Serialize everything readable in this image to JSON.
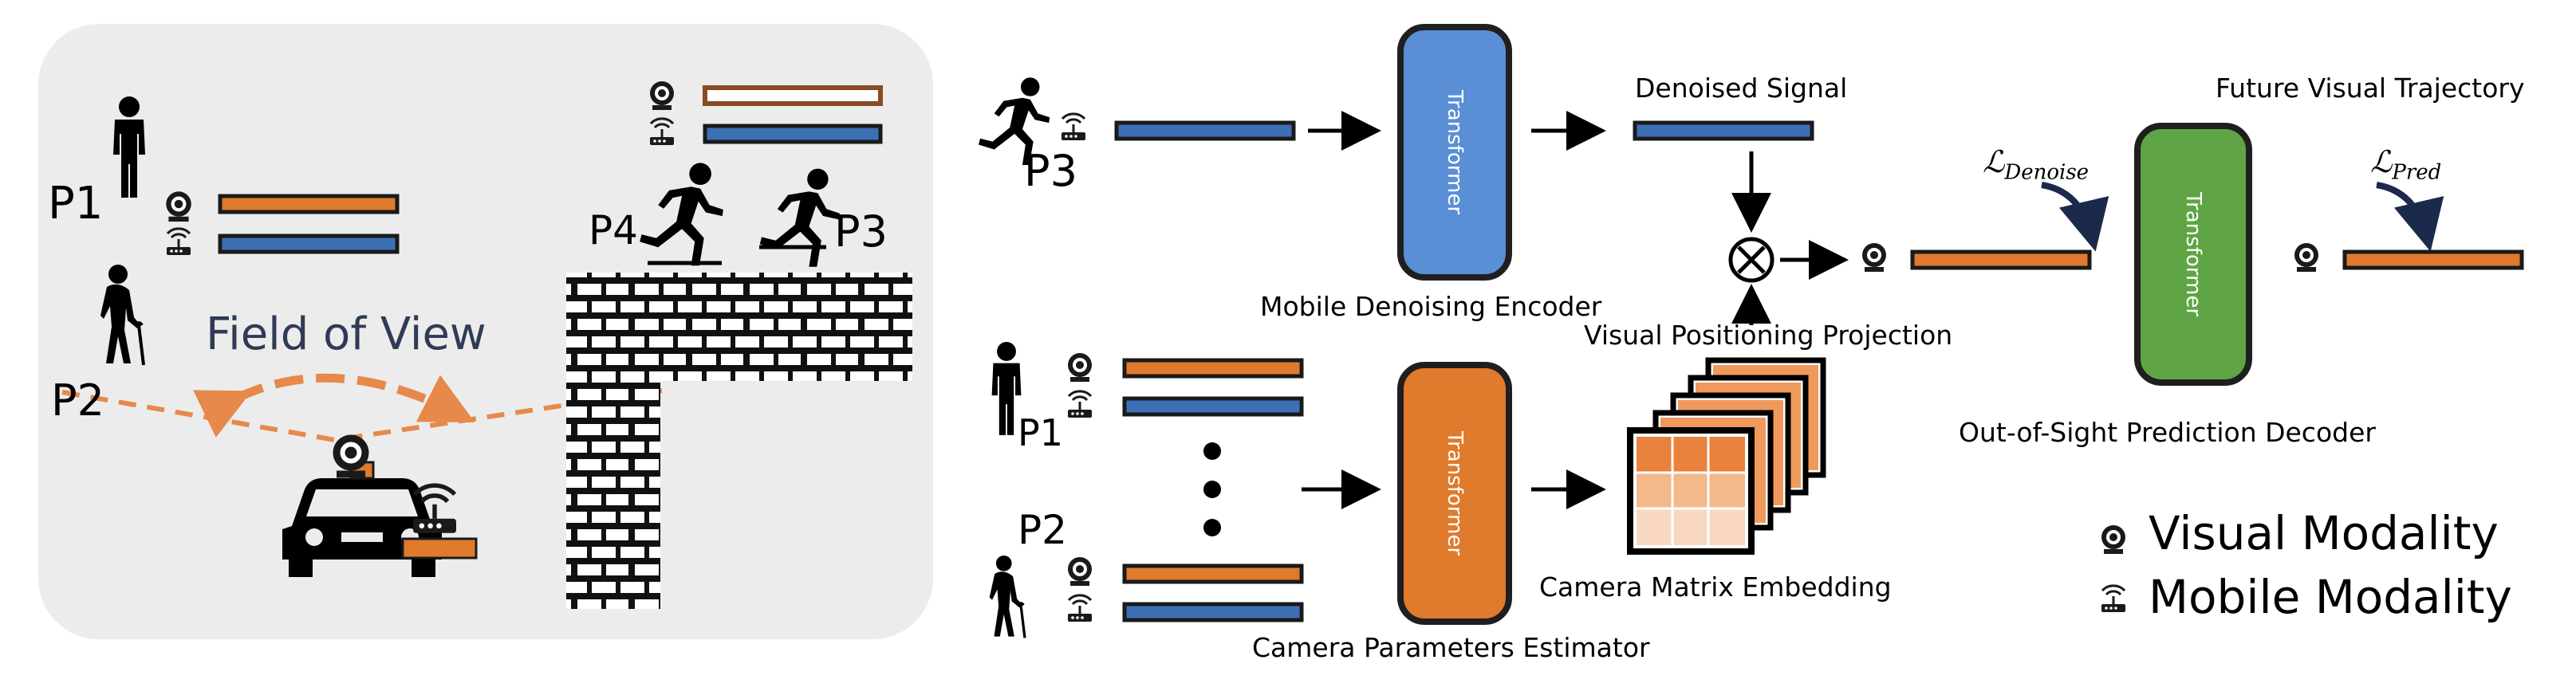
{
  "colors": {
    "visual_bar": "#e07a2c",
    "mobile_bar": "#3d6fb4",
    "panel_bg": "#ececec",
    "encoder_blue": "#5a8fd6",
    "estimator_orange": "#e07a2c",
    "decoder_green": "#5fa545",
    "dashed_orange": "#e6894a",
    "fov_text": "#2f3b56"
  },
  "scene": {
    "p1": "P1",
    "p2": "P2",
    "p3": "P3",
    "p4": "P4",
    "field_of_view": "Field of View"
  },
  "pipeline": {
    "p3_label": "P3",
    "p1_label": "P1",
    "p2_label": "P2",
    "encoder_block": "Transformer",
    "estimator_block": "Transformer",
    "decoder_block": "Transformer",
    "mobile_denoising_encoder": "Mobile Denoising Encoder",
    "denoised_signal": "Denoised Signal",
    "visual_positioning_projection": "Visual Positioning Projection",
    "camera_parameters_estimator": "Camera Parameters Estimator",
    "camera_matrix_embedding": "Camera Matrix Embedding",
    "future_visual_trajectory": "Future Visual Trajectory",
    "out_of_sight_prediction_decoder": "Out-of-Sight Prediction Decoder",
    "loss_denoise_symbol": "ℒ",
    "loss_denoise_sub": "Denoise",
    "loss_pred_symbol": "ℒ",
    "loss_pred_sub": "Pred",
    "otimes": "⊗"
  },
  "legend": {
    "visual": "Visual Modality",
    "mobile": "Mobile Modality"
  },
  "icons": [
    "camera-icon",
    "router-icon",
    "person-standing-icon",
    "person-elderly-icon",
    "person-running-icon",
    "car-icon",
    "brick-wall-icon"
  ]
}
